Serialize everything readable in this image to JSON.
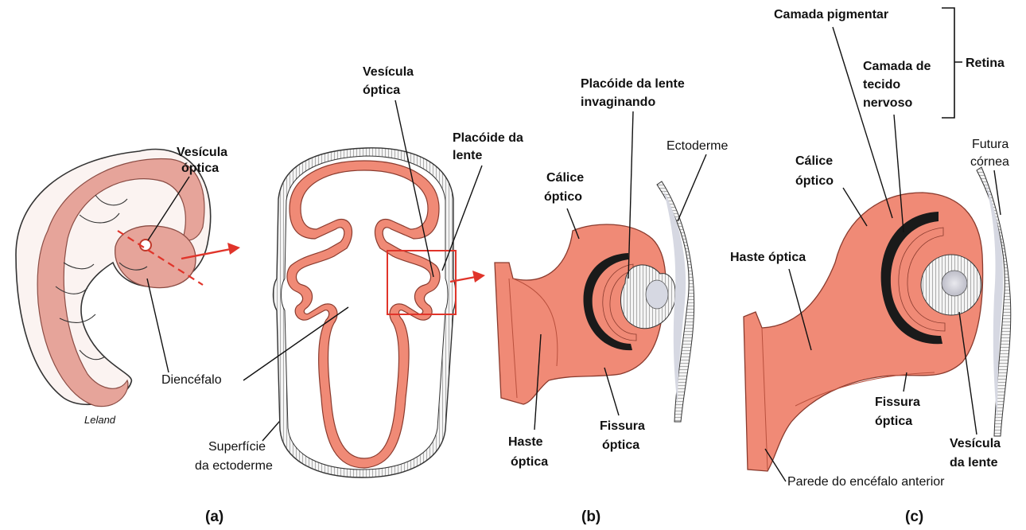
{
  "panels": {
    "a": {
      "letter": "(a)",
      "vesicula": [
        "Vesícula",
        "óptica"
      ],
      "diencefalo": "Diencéfalo",
      "superficie": [
        "Superfície",
        "da ectoderme"
      ],
      "signature": "Leland"
    },
    "b": {
      "letter": "(b)",
      "vesicula": [
        "Vesícula",
        "óptica"
      ],
      "placoide": [
        "Placóide da",
        "lente"
      ],
      "placoide_inv": [
        "Placóide da lente",
        "invaginando"
      ],
      "ectoderme": "Ectoderme",
      "calice": [
        "Cálice",
        "óptico"
      ],
      "haste": [
        "Haste",
        "óptica"
      ],
      "fissura": [
        "Fissura",
        "óptica"
      ]
    },
    "c": {
      "letter": "(c)",
      "camada_pig": "Camada pigmentar",
      "camada_tec": [
        "Camada de",
        "tecido",
        "nervoso"
      ],
      "retina": "Retina",
      "futura": [
        "Futura",
        "córnea"
      ],
      "calice": [
        "Cálice",
        "óptico"
      ],
      "haste": "Haste óptica",
      "fissura": [
        "Fissura",
        "óptica"
      ],
      "vesicula_lente": [
        "Vesícula",
        "da lente"
      ],
      "parede": "Parede do encéfalo anterior"
    }
  },
  "colors": {
    "tissue": "#f08a76",
    "tissue_dark": "#d9604a",
    "embryo": "#e6a49a",
    "ectoderm": "#d6d8e2",
    "pigment": "#1a1a1a",
    "highlight": "#e0342a"
  }
}
